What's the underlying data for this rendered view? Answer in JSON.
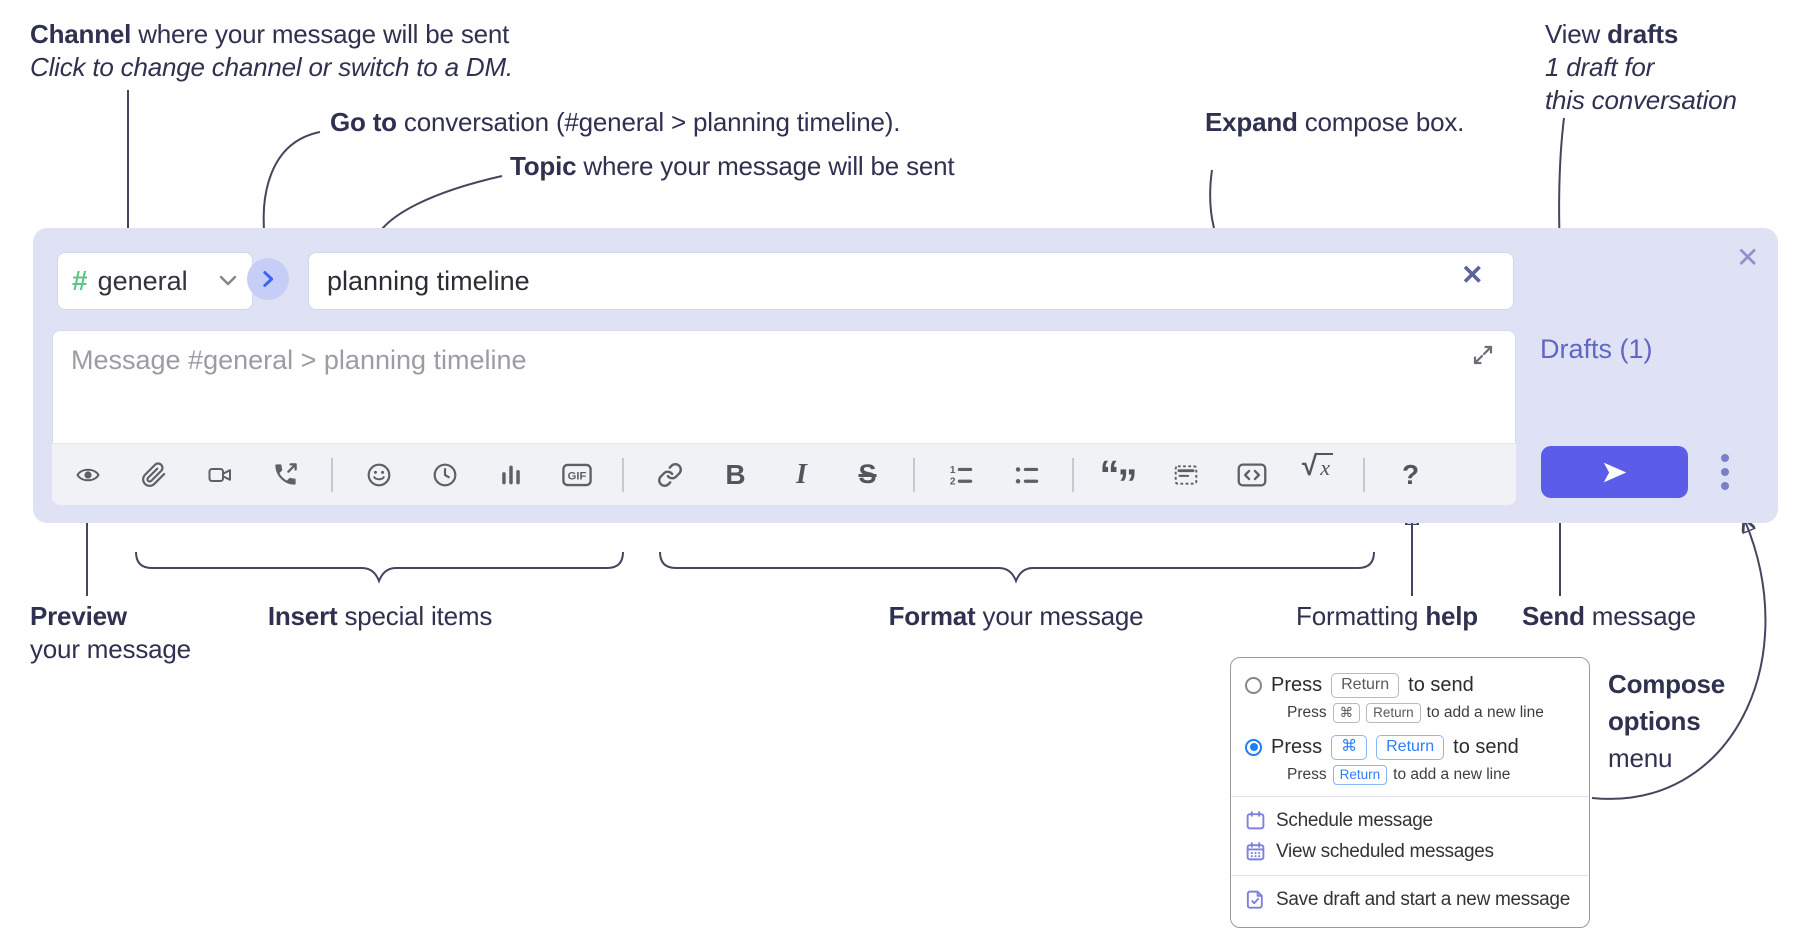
{
  "annotations": {
    "channel": {
      "b": "Channel",
      "t": " where your message will be sent",
      "i": "Click to change channel or switch to a DM."
    },
    "go_to": {
      "b": "Go to",
      "t": " conversation (#general > planning timeline)."
    },
    "topic": {
      "b": "Topic",
      "t": " where your message will be sent"
    },
    "expand": {
      "b": "Expand",
      "t": " compose box."
    },
    "view_drafts": {
      "t": "View ",
      "b": "drafts",
      "i1": "1 draft for",
      "i2": "this conversation"
    },
    "preview": {
      "b": "Preview",
      "t": "your message"
    },
    "insert": {
      "b": "Insert",
      "t": " special items"
    },
    "format": {
      "b": "Format",
      "t": " your message"
    },
    "formatting_help": {
      "t": "Formatting ",
      "b": "help"
    },
    "send": {
      "b": "Send",
      "t": " message"
    },
    "compose_options": {
      "b1": "Compose",
      "b2": "options",
      "t": "menu"
    }
  },
  "compose": {
    "channel_label": "general",
    "topic_value": "planning timeline",
    "message_placeholder": "Message #general > planning timeline",
    "drafts_label": "Drafts (1)",
    "hash": "#",
    "close_x": "✕",
    "clear_x": "✕"
  },
  "toolbar_glyphs": {
    "bold": "B",
    "italic": "I",
    "strike": "S",
    "ol1": "1",
    "ol2": "2",
    "quote_open": "“",
    "quote_close": "”",
    "sqrt": "√",
    "sqrt_var": "x",
    "gif": "GIF",
    "help": "?"
  },
  "toolbar_icons": [
    "eye-icon",
    "paperclip-icon",
    "video-camera-icon",
    "phone-call-icon",
    "smiley-icon",
    "clock-icon",
    "poll-icon",
    "gif-icon",
    "link-icon",
    "bold-icon",
    "italic-icon",
    "strikethrough-icon",
    "numbered-list-icon",
    "bulleted-list-icon",
    "quote-icon",
    "spoiler-icon",
    "code-icon",
    "math-icon",
    "help-icon",
    "send-icon",
    "ellipsis-icon"
  ],
  "options_menu": {
    "option1": {
      "press": "Press",
      "key": "Return",
      "suffix": "to send",
      "sub_press": "Press",
      "sub_key1": "⌘",
      "sub_key2": "Return",
      "sub_suffix": "to add a new line"
    },
    "option2": {
      "press": "Press",
      "key1": "⌘",
      "key2": "Return",
      "suffix": "to send",
      "sub_press": "Press",
      "sub_key": "Return",
      "sub_suffix": "to add a new line"
    },
    "items": [
      {
        "icon": "calendar-icon",
        "label": "Schedule message"
      },
      {
        "icon": "calendar-days-icon",
        "label": "View scheduled messages"
      },
      {
        "icon": "save-draft-icon",
        "label": "Save draft and start a new message"
      }
    ]
  },
  "colors": {
    "compose_bg": "#dfe2f4",
    "send_button": "#5b5ce8",
    "drafts_link": "#6166c2",
    "channel_hash": "#5ec584",
    "goto_button_bg": "#c6cdf7",
    "goto_chevron": "#3a66ee",
    "selected_radio": "#1e7ef7",
    "key_chip_blue": "#2e7ff7",
    "menu_icon_purple": "#7c80e0",
    "toolbar_icon": "#5e6066",
    "annotation_ink": "#2f3150"
  }
}
